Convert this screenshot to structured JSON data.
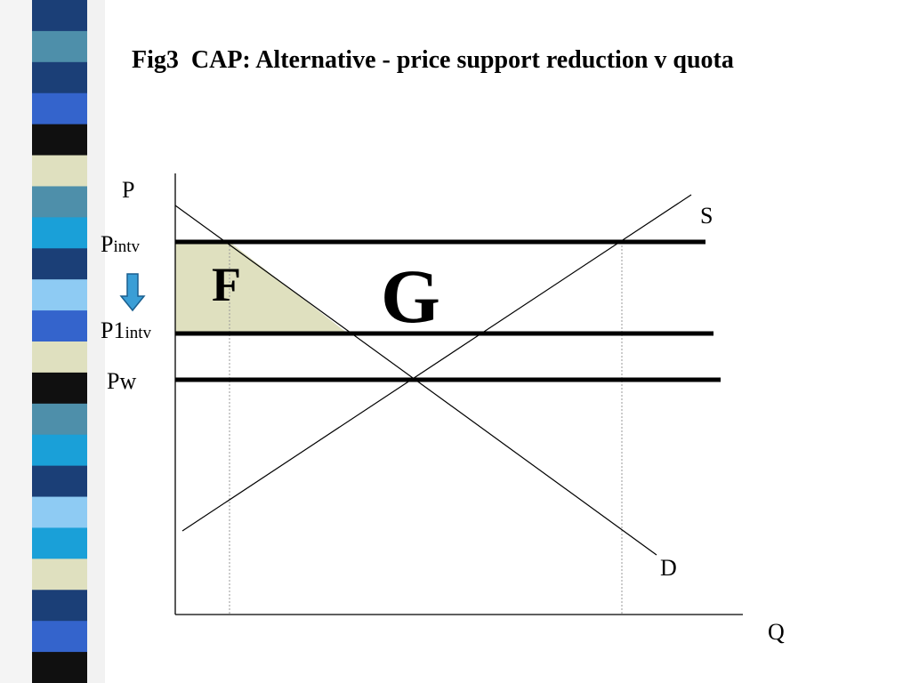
{
  "title": "Fig3  CAP: Alternative - price support reduction v quota",
  "colors": {
    "area_fill": "#dfe0bf",
    "arrow_fill": "#3a9ed6",
    "arrow_stroke": "#1a5f8f"
  },
  "stripe_colors": [
    "#1b3f77",
    "#4e8faa",
    "#1b3f77",
    "#3464cc",
    "#101010",
    "#dfe0bf",
    "#4e8faa",
    "#1aa0d8",
    "#1b3f77",
    "#8ecbf3",
    "#3464cc",
    "#dfe0bf",
    "#101010",
    "#4e8faa",
    "#1aa0d8",
    "#1b3f77",
    "#8ecbf3",
    "#1aa0d8",
    "#dfe0bf",
    "#1b3f77",
    "#3464cc",
    "#101010"
  ],
  "labels": {
    "p_axis": "P",
    "q_axis": "Q",
    "supply": "S",
    "demand": "D",
    "p_intv_main": "P",
    "p_intv_sub": "intv",
    "p1_intv_main": "P1",
    "p1_intv_sub": "intv",
    "pw": "Pw",
    "area_f": "F",
    "area_g": "G"
  }
}
